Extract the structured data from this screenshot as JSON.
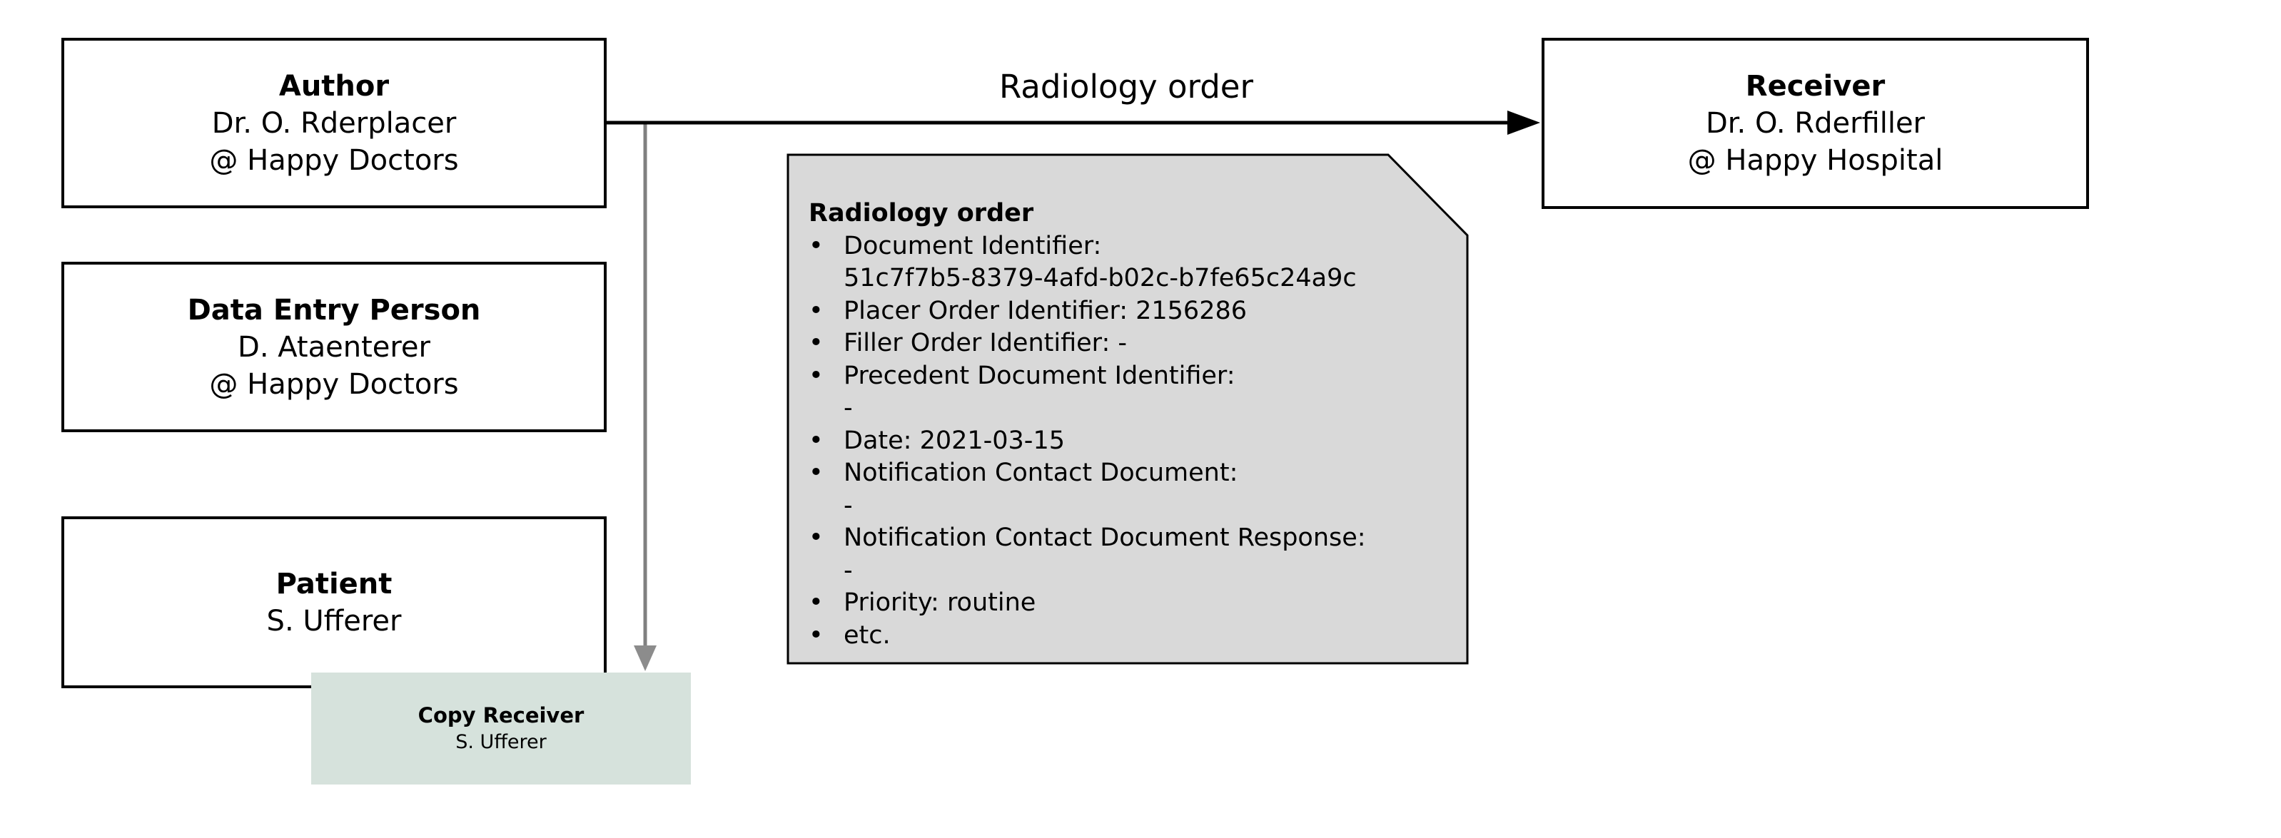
{
  "boxes": {
    "author": {
      "title": "Author",
      "line1": "Dr. O. Rderplacer",
      "line2": "@ Happy Doctors"
    },
    "data_entry": {
      "title": "Data Entry Person",
      "line1": "D. Ataenterer",
      "line2": "@ Happy Doctors"
    },
    "patient": {
      "title": "Patient",
      "line1": "S. Ufferer"
    },
    "receiver": {
      "title": "Receiver",
      "line1": "Dr. O. Rderfiller",
      "line2": "@ Happy Hospital"
    },
    "copy_receiver": {
      "title": "Copy Receiver",
      "line1": "S. Ufferer"
    }
  },
  "arrow": {
    "label": "Radiology order"
  },
  "note": {
    "title": "Radiology order",
    "bullet_char": "•",
    "lines": [
      {
        "bullet": true,
        "text": "Document Identifier:"
      },
      {
        "bullet": false,
        "text": "51c7f7b5-8379-4afd-b02c-b7fe65c24a9c"
      },
      {
        "bullet": true,
        "text": "Placer Order Identifier: 2156286"
      },
      {
        "bullet": true,
        "text": "Filler Order Identifier: -"
      },
      {
        "bullet": true,
        "text": "Precedent Document Identifier:"
      },
      {
        "bullet": false,
        "text": "-"
      },
      {
        "bullet": true,
        "text": "Date: 2021-03-15"
      },
      {
        "bullet": true,
        "text": "Notification Contact Document:"
      },
      {
        "bullet": false,
        "text": "-"
      },
      {
        "bullet": true,
        "text": "Notification Contact Document Response:"
      },
      {
        "bullet": false,
        "text": "-"
      },
      {
        "bullet": true,
        "text": "Priority: routine"
      },
      {
        "bullet": true,
        "text": "etc."
      }
    ]
  },
  "colors": {
    "note_fill": "#d9d9d9",
    "copy_receiver_fill": "#d6e2dc",
    "connector_gray": "#808080",
    "arrowhead_gray": "#8c8c8c",
    "line_black": "#000000"
  }
}
